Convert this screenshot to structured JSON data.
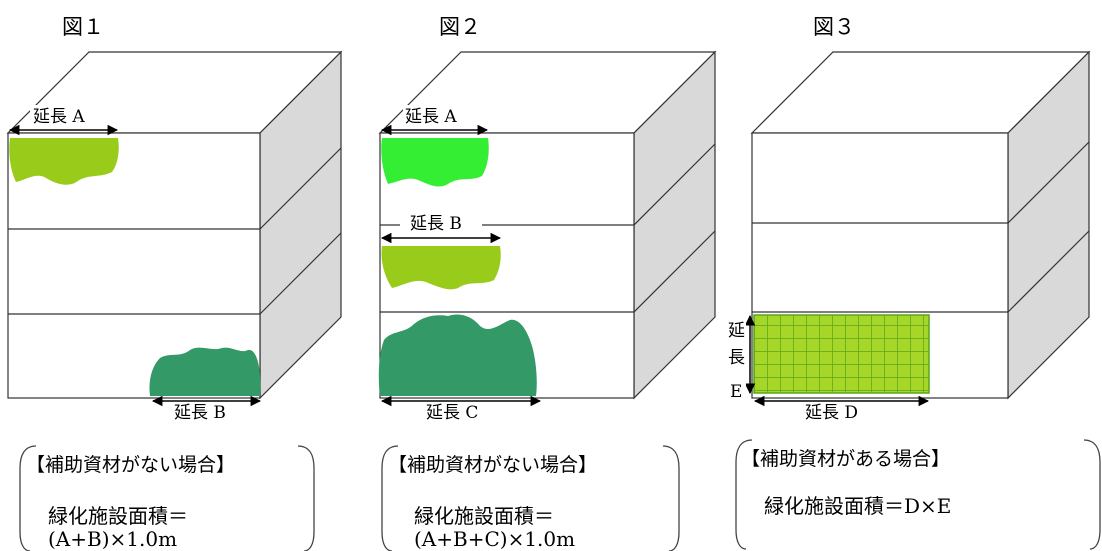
{
  "figures": [
    {
      "title": "図１",
      "dimensions": {
        "a": "延長 A",
        "b": "延長 B"
      },
      "caption": {
        "heading": "【補助資材がない場合】",
        "formula_line1": "緑化施設面積＝",
        "formula_line2": "(A+B)×1.0m"
      }
    },
    {
      "title": "図２",
      "dimensions": {
        "a": "延長 A",
        "b": "延長 B",
        "c": "延長 C"
      },
      "caption": {
        "heading": "【補助資材がない場合】",
        "formula_line1": "緑化施設面積＝",
        "formula_line2": "(A+B+C)×1.0m"
      }
    },
    {
      "title": "図３",
      "dimensions": {
        "vertical_chars": [
          "延",
          "長",
          "E"
        ],
        "d": "延長 D"
      },
      "caption": {
        "heading": "【補助資材がある場合】",
        "formula_line1": "緑化施設面積＝D×E"
      }
    }
  ],
  "colors": {
    "building_line": "#333333",
    "side_face": "#d9d9d9",
    "green_bright": "#33ee33",
    "green_light": "#99cc1a",
    "green_dark": "#339966",
    "mesh_fill": "#a6d627",
    "mesh_line": "#5aa61a"
  }
}
